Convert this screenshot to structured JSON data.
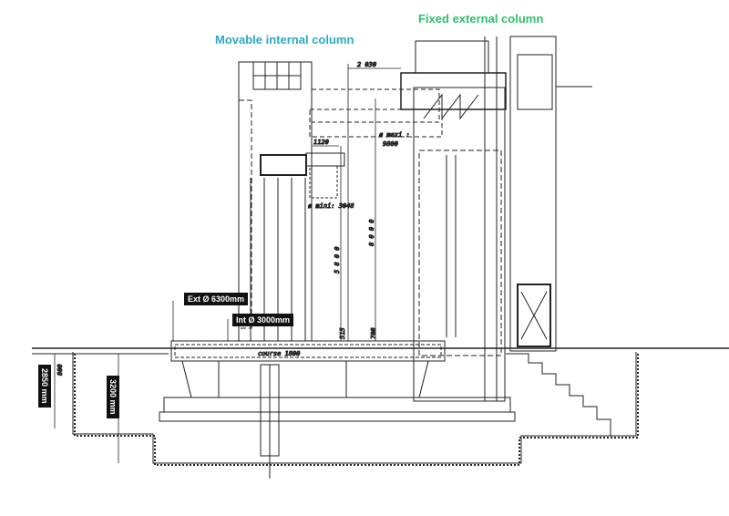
{
  "titles": {
    "movable": "Movable internal column",
    "fixed": "Fixed external column"
  },
  "colors": {
    "movable_title": "#2aa8c8",
    "fixed_title": "#2ec06a",
    "line": "#222222",
    "label_bg": "#111111"
  },
  "labels": {
    "ext_diameter": "Ext Ø 6300mm",
    "int_diameter": "Int Ø 3000mm",
    "depth_2850": "2850 mm",
    "depth_3200": "3200 mm"
  },
  "dimensions": {
    "d2030": "2 030",
    "d1120": "1120",
    "max_label": "ø maxi :",
    "max_value": "9800",
    "min_label": "ø mini: 3048",
    "d5800": "5 8 0 0",
    "d8000": "8 0 0 0",
    "course": "course 1800",
    "d515": "515",
    "d700": "700",
    "d800": "800"
  }
}
